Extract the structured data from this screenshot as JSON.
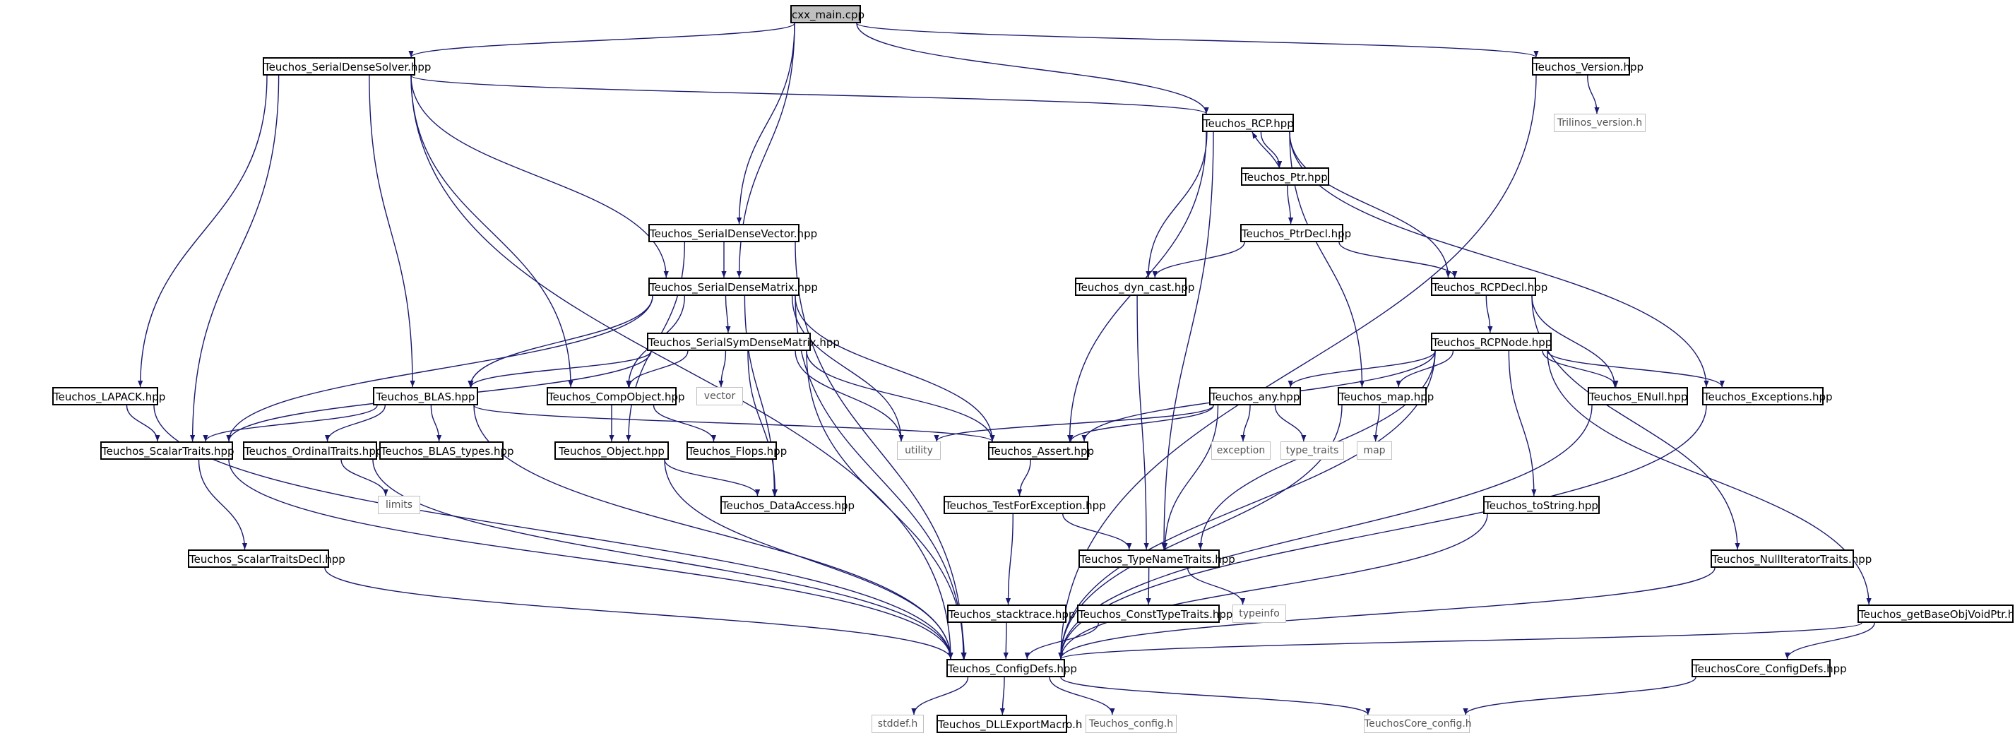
{
  "graph": {
    "type": "include-dependency-graph",
    "nodes": [
      {
        "id": "main",
        "label": "cxx_main.cpp",
        "kind": "root"
      },
      {
        "id": "solver",
        "label": "Teuchos_SerialDenseSolver.hpp",
        "kind": "doc"
      },
      {
        "id": "version",
        "label": "Teuchos_Version.hpp",
        "kind": "doc"
      },
      {
        "id": "trilinos",
        "label": "Trilinos_version.h",
        "kind": "ext"
      },
      {
        "id": "rcp",
        "label": "Teuchos_RCP.hpp",
        "kind": "doc"
      },
      {
        "id": "ptr",
        "label": "Teuchos_Ptr.hpp",
        "kind": "doc"
      },
      {
        "id": "ptrdecl",
        "label": "Teuchos_PtrDecl.hpp",
        "kind": "doc"
      },
      {
        "id": "vector_hpp",
        "label": "Teuchos_SerialDenseVector.hpp",
        "kind": "doc"
      },
      {
        "id": "matrix",
        "label": "Teuchos_SerialDenseMatrix.hpp",
        "kind": "doc"
      },
      {
        "id": "dyncast",
        "label": "Teuchos_dyn_cast.hpp",
        "kind": "doc"
      },
      {
        "id": "rcpdecl",
        "label": "Teuchos_RCPDecl.hpp",
        "kind": "doc"
      },
      {
        "id": "rcpnode",
        "label": "Teuchos_RCPNode.hpp",
        "kind": "doc"
      },
      {
        "id": "symmatrix",
        "label": "Teuchos_SerialSymDenseMatrix.hpp",
        "kind": "doc"
      },
      {
        "id": "lapack",
        "label": "Teuchos_LAPACK.hpp",
        "kind": "doc"
      },
      {
        "id": "blas",
        "label": "Teuchos_BLAS.hpp",
        "kind": "doc"
      },
      {
        "id": "compobj",
        "label": "Teuchos_CompObject.hpp",
        "kind": "doc"
      },
      {
        "id": "vector",
        "label": "vector",
        "kind": "ext"
      },
      {
        "id": "any",
        "label": "Teuchos_any.hpp",
        "kind": "doc"
      },
      {
        "id": "map_hpp",
        "label": "Teuchos_map.hpp",
        "kind": "doc"
      },
      {
        "id": "enull",
        "label": "Teuchos_ENull.hpp",
        "kind": "doc"
      },
      {
        "id": "exceptions",
        "label": "Teuchos_Exceptions.hpp",
        "kind": "doc"
      },
      {
        "id": "scalartraits",
        "label": "Teuchos_ScalarTraits.hpp",
        "kind": "doc"
      },
      {
        "id": "ordinaltraits",
        "label": "Teuchos_OrdinalTraits.hpp",
        "kind": "doc"
      },
      {
        "id": "blastypes",
        "label": "Teuchos_BLAS_types.hpp",
        "kind": "doc"
      },
      {
        "id": "object",
        "label": "Teuchos_Object.hpp",
        "kind": "doc"
      },
      {
        "id": "flops",
        "label": "Teuchos_Flops.hpp",
        "kind": "doc"
      },
      {
        "id": "utility",
        "label": "utility",
        "kind": "ext"
      },
      {
        "id": "assert",
        "label": "Teuchos_Assert.hpp",
        "kind": "doc"
      },
      {
        "id": "exception",
        "label": "exception",
        "kind": "ext"
      },
      {
        "id": "typetraits",
        "label": "type_traits",
        "kind": "ext"
      },
      {
        "id": "map",
        "label": "map",
        "kind": "ext"
      },
      {
        "id": "limits",
        "label": "limits",
        "kind": "ext"
      },
      {
        "id": "dataaccess",
        "label": "Teuchos_DataAccess.hpp",
        "kind": "doc"
      },
      {
        "id": "testforexc",
        "label": "Teuchos_TestForException.hpp",
        "kind": "doc"
      },
      {
        "id": "tostring",
        "label": "Teuchos_toString.hpp",
        "kind": "doc"
      },
      {
        "id": "scalartraitsdecl",
        "label": "Teuchos_ScalarTraitsDecl.hpp",
        "kind": "doc"
      },
      {
        "id": "typenametraits",
        "label": "Teuchos_TypeNameTraits.hpp",
        "kind": "doc"
      },
      {
        "id": "nulliter",
        "label": "Teuchos_NullIteratorTraits.hpp",
        "kind": "doc"
      },
      {
        "id": "stacktrace",
        "label": "Teuchos_stacktrace.hpp",
        "kind": "doc"
      },
      {
        "id": "consttypetraits",
        "label": "Teuchos_ConstTypeTraits.hpp",
        "kind": "doc"
      },
      {
        "id": "typeinfo",
        "label": "typeinfo",
        "kind": "ext"
      },
      {
        "id": "getbase",
        "label": "Teuchos_getBaseObjVoidPtr.hpp",
        "kind": "doc"
      },
      {
        "id": "configdefs",
        "label": "Teuchos_ConfigDefs.hpp",
        "kind": "doc"
      },
      {
        "id": "coreconfigdefs",
        "label": "TeuchosCore_ConfigDefs.hpp",
        "kind": "doc"
      },
      {
        "id": "stddef",
        "label": "stddef.h",
        "kind": "ext"
      },
      {
        "id": "dllexport",
        "label": "Teuchos_DLLExportMacro.h",
        "kind": "doc"
      },
      {
        "id": "config",
        "label": "Teuchos_config.h",
        "kind": "ext"
      },
      {
        "id": "coreconfig",
        "label": "TeuchosCore_config.h",
        "kind": "ext"
      }
    ],
    "edges": [
      [
        "main",
        "solver"
      ],
      [
        "main",
        "version"
      ],
      [
        "main",
        "rcp"
      ],
      [
        "main",
        "vector_hpp"
      ],
      [
        "main",
        "matrix"
      ],
      [
        "version",
        "trilinos"
      ],
      [
        "version",
        "configdefs"
      ],
      [
        "solver",
        "rcp"
      ],
      [
        "solver",
        "matrix"
      ],
      [
        "solver",
        "lapack"
      ],
      [
        "solver",
        "blas"
      ],
      [
        "solver",
        "compobj"
      ],
      [
        "solver",
        "scalartraits"
      ],
      [
        "solver",
        "configdefs"
      ],
      [
        "rcp",
        "ptr"
      ],
      [
        "rcp",
        "dyncast"
      ],
      [
        "rcp",
        "rcpdecl"
      ],
      [
        "rcp",
        "map_hpp"
      ],
      [
        "rcp",
        "exceptions"
      ],
      [
        "rcp",
        "typenametraits"
      ],
      [
        "rcp",
        "assert"
      ],
      [
        "ptr",
        "rcp"
      ],
      [
        "ptr",
        "ptrdecl"
      ],
      [
        "ptrdecl",
        "dyncast"
      ],
      [
        "ptrdecl",
        "rcpdecl"
      ],
      [
        "vector_hpp",
        "matrix"
      ],
      [
        "vector_hpp",
        "object"
      ],
      [
        "vector_hpp",
        "configdefs"
      ],
      [
        "matrix",
        "symmatrix"
      ],
      [
        "matrix",
        "blas"
      ],
      [
        "matrix",
        "compobj"
      ],
      [
        "matrix",
        "scalartraits"
      ],
      [
        "matrix",
        "assert"
      ],
      [
        "matrix",
        "utility"
      ],
      [
        "matrix",
        "dataaccess"
      ],
      [
        "matrix",
        "configdefs"
      ],
      [
        "dyncast",
        "typenametraits"
      ],
      [
        "rcpdecl",
        "rcpnode"
      ],
      [
        "rcpdecl",
        "enull"
      ],
      [
        "rcpdecl",
        "nulliter"
      ],
      [
        "rcpnode",
        "any"
      ],
      [
        "rcpnode",
        "map_hpp"
      ],
      [
        "rcpnode",
        "enull"
      ],
      [
        "rcpnode",
        "exceptions"
      ],
      [
        "rcpnode",
        "assert"
      ],
      [
        "rcpnode",
        "typenametraits"
      ],
      [
        "rcpnode",
        "tostring"
      ],
      [
        "rcpnode",
        "getbase"
      ],
      [
        "rcpnode",
        "configdefs"
      ],
      [
        "symmatrix",
        "blas"
      ],
      [
        "symmatrix",
        "compobj"
      ],
      [
        "symmatrix",
        "scalartraits"
      ],
      [
        "symmatrix",
        "vector"
      ],
      [
        "symmatrix",
        "utility"
      ],
      [
        "symmatrix",
        "assert"
      ],
      [
        "symmatrix",
        "dataaccess"
      ],
      [
        "symmatrix",
        "configdefs"
      ],
      [
        "lapack",
        "scalartraits"
      ],
      [
        "lapack",
        "configdefs"
      ],
      [
        "blas",
        "scalartraits"
      ],
      [
        "blas",
        "ordinaltraits"
      ],
      [
        "blas",
        "blastypes"
      ],
      [
        "blas",
        "assert"
      ],
      [
        "blas",
        "configdefs"
      ],
      [
        "compobj",
        "object"
      ],
      [
        "compobj",
        "flops"
      ],
      [
        "object",
        "dataaccess"
      ],
      [
        "object",
        "configdefs"
      ],
      [
        "any",
        "utility"
      ],
      [
        "any",
        "assert"
      ],
      [
        "any",
        "exception"
      ],
      [
        "any",
        "typetraits"
      ],
      [
        "any",
        "typenametraits"
      ],
      [
        "map_hpp",
        "map"
      ],
      [
        "map_hpp",
        "configdefs"
      ],
      [
        "enull",
        "configdefs"
      ],
      [
        "exceptions",
        "configdefs"
      ],
      [
        "scalartraits",
        "scalartraitsdecl"
      ],
      [
        "scalartraits",
        "configdefs"
      ],
      [
        "ordinaltraits",
        "limits"
      ],
      [
        "ordinaltraits",
        "configdefs"
      ],
      [
        "assert",
        "testforexc"
      ],
      [
        "testforexc",
        "typenametraits"
      ],
      [
        "testforexc",
        "stacktrace"
      ],
      [
        "tostring",
        "configdefs"
      ],
      [
        "scalartraitsdecl",
        "configdefs"
      ],
      [
        "typenametraits",
        "consttypetraits"
      ],
      [
        "typenametraits",
        "typeinfo"
      ],
      [
        "nulliter",
        "configdefs"
      ],
      [
        "stacktrace",
        "configdefs"
      ],
      [
        "consttypetraits",
        "configdefs"
      ],
      [
        "getbase",
        "configdefs"
      ],
      [
        "getbase",
        "coreconfigdefs"
      ],
      [
        "configdefs",
        "stddef"
      ],
      [
        "configdefs",
        "dllexport"
      ],
      [
        "configdefs",
        "config"
      ],
      [
        "configdefs",
        "coreconfig"
      ],
      [
        "coreconfigdefs",
        "coreconfig"
      ]
    ],
    "colors": {
      "edge": "#191970",
      "node_border": "#000000",
      "external_border": "#bfbfbf",
      "root_fill": "#bfbfbf"
    }
  }
}
